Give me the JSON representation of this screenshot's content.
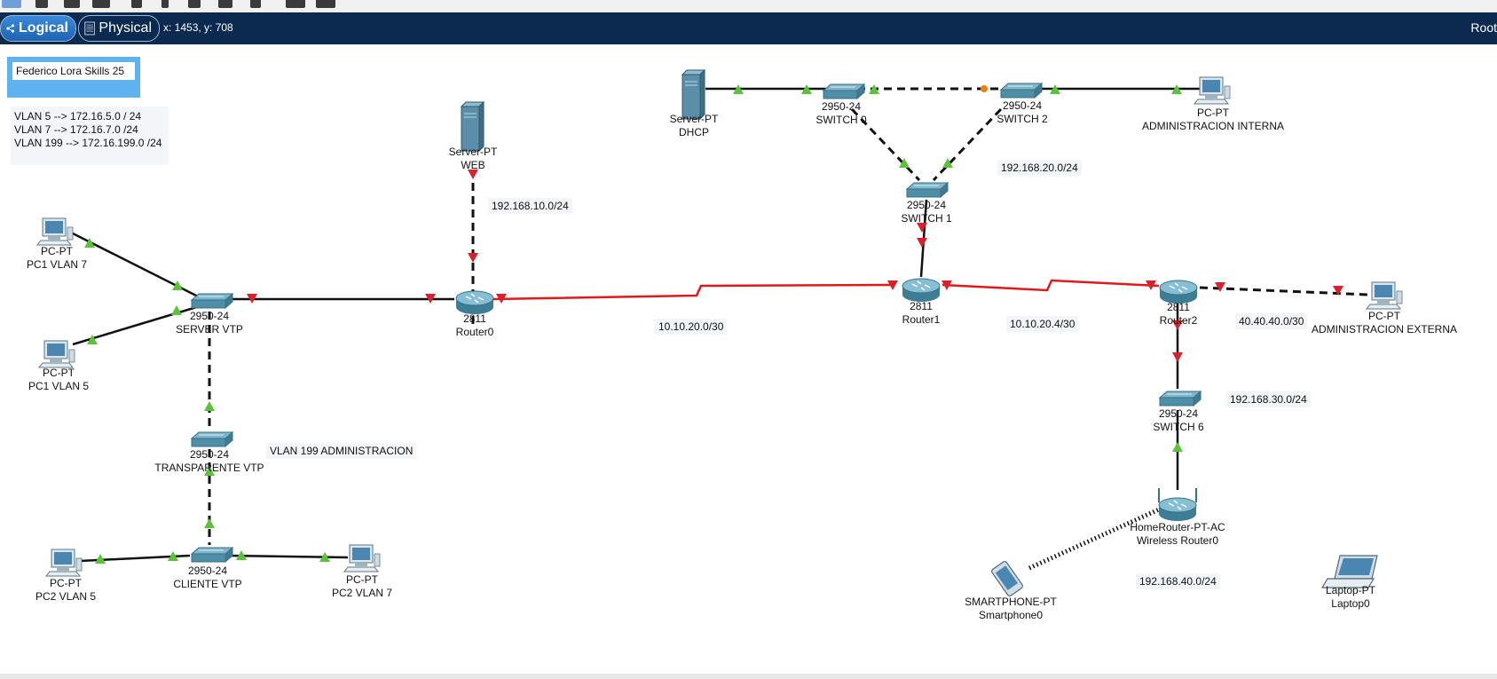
{
  "topbar": {
    "logical_label": "Logical",
    "physical_label": "Physical",
    "coords": "x: 1453, y: 708",
    "root_label": "Root"
  },
  "notes": {
    "title": "Federico Lora Skills 25",
    "vlans": [
      "VLAN 5 --> 172.16.5.0  / 24",
      "VLAN 7 --> 172.16.7.0   /24",
      "VLAN 199  --> 172.16.199.0 /24"
    ]
  },
  "networks": {
    "n1": "192.168.10.0/24",
    "n2": "192.168.20.0/24",
    "n3": "10.10.20.0/30",
    "n4": "10.10.20.4/30",
    "n5": "40.40.40.0/30",
    "n6": "192.168.30.0/24",
    "n7": "VLAN 199 ADMINISTRACION",
    "n8": "192.168.40.0/24"
  },
  "devices": {
    "server_web": {
      "type": "Server-PT",
      "name": "WEB"
    },
    "server_dhcp": {
      "type": "Server-PT",
      "name": "DHCP"
    },
    "switch0": {
      "type": "2950-24",
      "name": "SWITCH 0"
    },
    "switch2": {
      "type": "2950-24",
      "name": "SWITCH 2"
    },
    "switch1": {
      "type": "2950-24",
      "name": "SWITCH 1"
    },
    "pc_admin_int": {
      "type": "PC-PT",
      "name": "ADMINISTRACION INTERNA"
    },
    "pc1_vlan7": {
      "type": "PC-PT",
      "name": "PC1 VLAN 7"
    },
    "pc1_vlan5": {
      "type": "PC-PT",
      "name": "PC1 VLAN 5"
    },
    "server_vtp": {
      "type": "2950-24",
      "name": "SERVER VTP"
    },
    "router0": {
      "type": "2811",
      "name": "Router0"
    },
    "router1": {
      "type": "2811",
      "name": "Router1"
    },
    "router2": {
      "type": "2811",
      "name": "Router2"
    },
    "pc_admin_ext": {
      "type": "PC-PT",
      "name": "ADMINISTRACION EXTERNA"
    },
    "transparente_vtp": {
      "type": "2950-24",
      "name": "TRANSPARENTE VTP"
    },
    "cliente_vtp": {
      "type": "2950-24",
      "name": "CLIENTE VTP"
    },
    "pc2_vlan5": {
      "type": "PC-PT",
      "name": "PC2 VLAN 5"
    },
    "pc2_vlan7": {
      "type": "PC-PT",
      "name": "PC2 VLAN 7"
    },
    "switch6": {
      "type": "2950-24",
      "name": "SWITCH 6"
    },
    "wireless_router": {
      "type": "HomeRouter-PT-AC",
      "name": "Wireless Router0"
    },
    "smartphone": {
      "type": "SMARTPHONE-PT",
      "name": "Smartphone0"
    },
    "laptop": {
      "type": "Laptop-PT",
      "name": "Laptop0"
    }
  },
  "colors": {
    "topbar": "#0c2a4f",
    "link": "#111111",
    "wan_link": "#e01a1a",
    "port_up": "#5cc23a",
    "port_down": "#d8212a"
  }
}
